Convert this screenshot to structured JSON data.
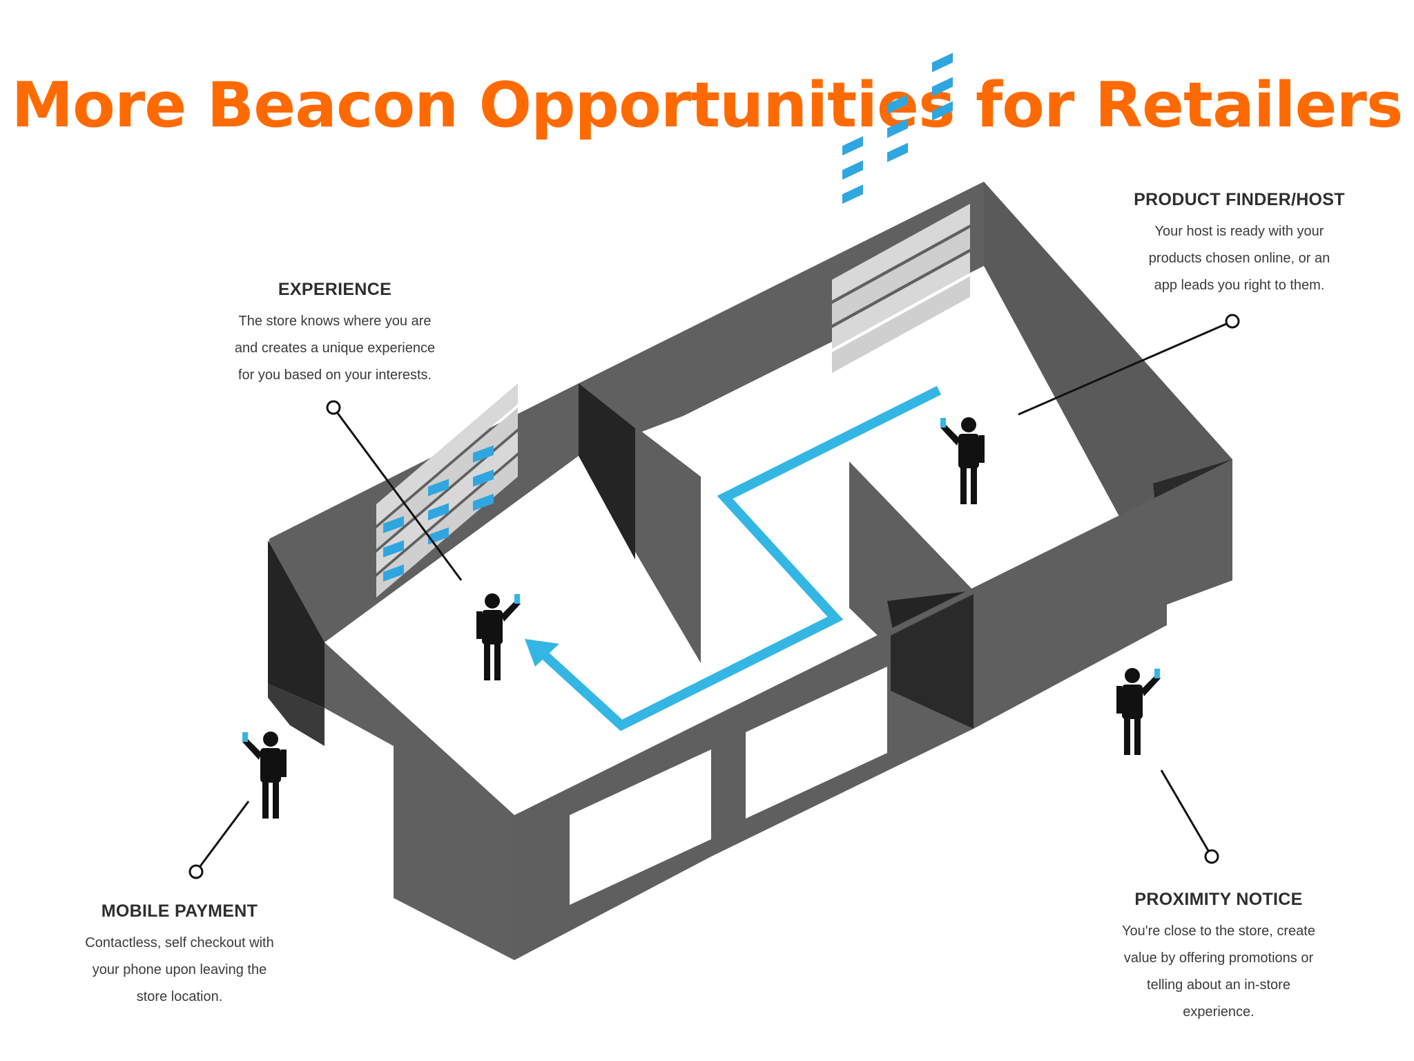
{
  "title": "More Beacon Opportunities for Retailers",
  "colors": {
    "title": "#ff6a00",
    "wall_top": "#5f5f5f",
    "wall_dark": "#1f1f1f",
    "wall_mid": "#3a3a3a",
    "floor": "#ffffff",
    "path": "#34b6e4",
    "shelf_gray": "#cfcfcf",
    "product_blue": "#2fa6e0"
  },
  "callouts": {
    "experience": {
      "heading": "EXPERIENCE",
      "lines": [
        "The store knows where you are",
        "and creates a unique experience",
        "for you based on your interests."
      ]
    },
    "product_finder": {
      "heading": "PRODUCT FINDER/HOST",
      "lines": [
        "Your host is ready with your",
        "products chosen online, or an",
        "app leads you right to them."
      ]
    },
    "mobile_payment": {
      "heading": "MOBILE PAYMENT",
      "lines": [
        "Contactless, self checkout with",
        "your phone upon leaving the",
        "store location."
      ]
    },
    "proximity_notice": {
      "heading": "PROXIMITY NOTICE",
      "lines": [
        "You're close to the store, create",
        "value by offering promotions or",
        "telling about an in-store",
        "experience."
      ]
    }
  },
  "icons": [
    "person-with-phone-icon",
    "shelf-icon",
    "path-arrow-icon",
    "callout-pin-icon"
  ]
}
